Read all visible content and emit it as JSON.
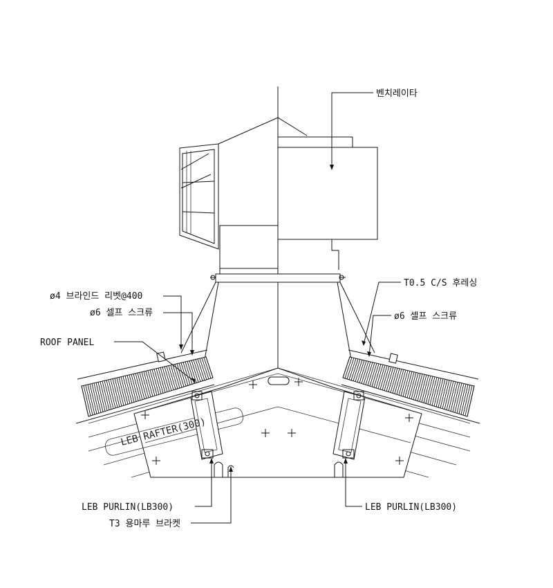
{
  "labels": {
    "ventilator": "벤치레이타",
    "rivet": "ø4 브라인드 리벳@400",
    "screw_left": "ø6 셀프 스크류",
    "screw_right": "ø6 셀프 스크류",
    "flashing": "T0.5 C/S 후레싱",
    "roof_panel": "ROOF PANEL",
    "rafter": "LEB RAFTER(300)",
    "purlin_left": "LEB PURLIN(LB300)",
    "purlin_right": "LEB PURLIN(LB300)",
    "bracket": "T3 용마루 브라켓"
  }
}
